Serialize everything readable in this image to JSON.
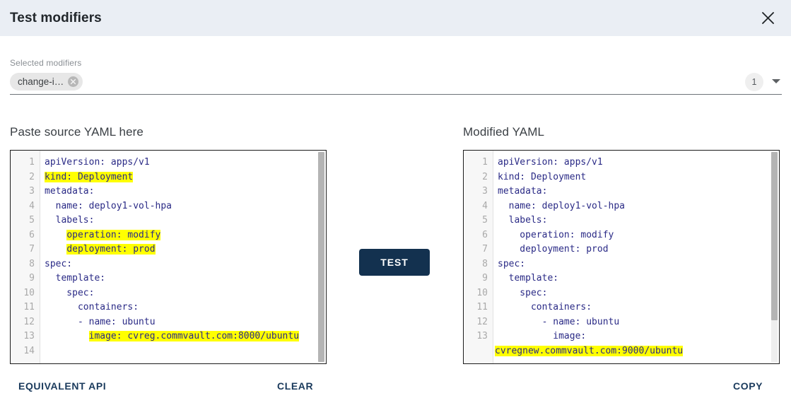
{
  "header": {
    "title": "Test modifiers",
    "close_icon": "close-icon"
  },
  "selected_modifiers": {
    "label": "Selected modifiers",
    "chips": [
      {
        "label": "change-i…",
        "remove_icon": "close-circle-icon"
      }
    ],
    "count": "1",
    "caret_icon": "chevron-down-icon"
  },
  "panels": {
    "left": {
      "title": "Paste source YAML here",
      "lines": [
        {
          "num": "1",
          "segments": [
            {
              "text": "apiVersion: apps/v1",
              "highlight": false
            }
          ]
        },
        {
          "num": "2",
          "segments": [
            {
              "text": "kind: Deployment",
              "highlight": true
            }
          ]
        },
        {
          "num": "3",
          "segments": [
            {
              "text": "metadata:",
              "highlight": false
            }
          ]
        },
        {
          "num": "4",
          "segments": [
            {
              "text": "  name: deploy1-vol-hpa",
              "highlight": false
            }
          ]
        },
        {
          "num": "5",
          "segments": [
            {
              "text": "  labels:",
              "highlight": false
            }
          ]
        },
        {
          "num": "6",
          "segments": [
            {
              "text": "    ",
              "highlight": false
            },
            {
              "text": "operation: modify",
              "highlight": true
            }
          ]
        },
        {
          "num": "7",
          "segments": [
            {
              "text": "    ",
              "highlight": false
            },
            {
              "text": "deployment: prod",
              "highlight": true
            }
          ]
        },
        {
          "num": "8",
          "segments": [
            {
              "text": "spec:",
              "highlight": false
            }
          ]
        },
        {
          "num": "9",
          "segments": [
            {
              "text": "  template:",
              "highlight": false
            }
          ]
        },
        {
          "num": "10",
          "segments": [
            {
              "text": "    spec:",
              "highlight": false
            }
          ]
        },
        {
          "num": "11",
          "segments": [
            {
              "text": "      containers:",
              "highlight": false
            }
          ]
        },
        {
          "num": "12",
          "segments": [
            {
              "text": "      - name: ubuntu",
              "highlight": false
            }
          ]
        },
        {
          "num": "13",
          "segments": [
            {
              "text": "        ",
              "highlight": false
            },
            {
              "text": "image: cvreg.commvault.com:8000/ubuntu",
              "highlight": true
            }
          ]
        },
        {
          "num": "14",
          "segments": [
            {
              "text": "",
              "highlight": false
            }
          ]
        }
      ]
    },
    "right": {
      "title": "Modified YAML",
      "lines": [
        {
          "num": "1",
          "segments": [
            {
              "text": "apiVersion: apps/v1",
              "highlight": false
            }
          ]
        },
        {
          "num": "2",
          "segments": [
            {
              "text": "kind: Deployment",
              "highlight": false
            }
          ]
        },
        {
          "num": "3",
          "segments": [
            {
              "text": "metadata:",
              "highlight": false
            }
          ]
        },
        {
          "num": "4",
          "segments": [
            {
              "text": "  name: deploy1-vol-hpa",
              "highlight": false
            }
          ]
        },
        {
          "num": "5",
          "segments": [
            {
              "text": "  labels:",
              "highlight": false
            }
          ]
        },
        {
          "num": "6",
          "segments": [
            {
              "text": "    operation: modify",
              "highlight": false
            }
          ]
        },
        {
          "num": "7",
          "segments": [
            {
              "text": "    deployment: prod",
              "highlight": false
            }
          ]
        },
        {
          "num": "8",
          "segments": [
            {
              "text": "spec:",
              "highlight": false
            }
          ]
        },
        {
          "num": "9",
          "segments": [
            {
              "text": "  template:",
              "highlight": false
            }
          ]
        },
        {
          "num": "10",
          "segments": [
            {
              "text": "    spec:",
              "highlight": false
            }
          ]
        },
        {
          "num": "11",
          "segments": [
            {
              "text": "      containers:",
              "highlight": false
            }
          ]
        },
        {
          "num": "12",
          "segments": [
            {
              "text": "        - name: ubuntu",
              "highlight": false
            }
          ]
        },
        {
          "num": "13",
          "segments": [
            {
              "text": "          image:",
              "highlight": false
            }
          ],
          "wrap": {
            "text": "cvregnew.commvault.com:9000/ubuntu",
            "highlight": true
          }
        }
      ]
    }
  },
  "test_button": {
    "label": "TEST"
  },
  "actions": {
    "equivalent_api": "EQUIVALENT API",
    "clear": "CLEAR",
    "copy": "COPY"
  },
  "colors": {
    "header_bg": "#eaeef4",
    "accent_dark": "#13314f",
    "highlight": "#ffff00",
    "code_text": "#2a2a86",
    "link_text": "#1a3a5c"
  }
}
